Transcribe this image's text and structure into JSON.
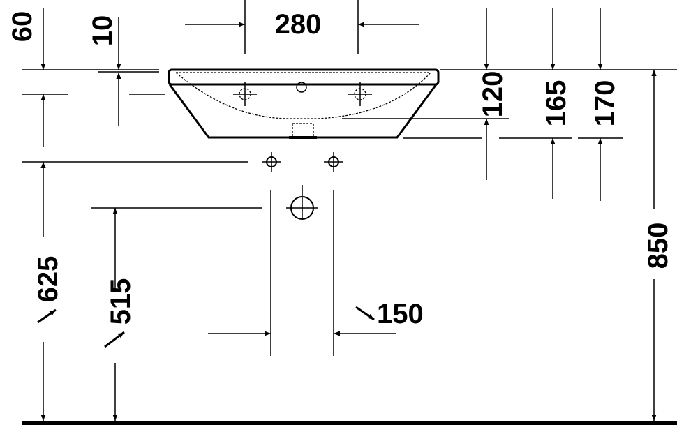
{
  "drawing": {
    "title": "Washbasin installation dimensions",
    "dimensions": {
      "tap_hole_spacing": "280",
      "top_to_rim": "60",
      "rim_thickness": "10",
      "depth_to_basin": "120",
      "depth_to_outlet": "165",
      "total_depth": "170",
      "install_height": "850",
      "supply_height": "625",
      "waste_height": "515",
      "supply_spacing": "150"
    }
  }
}
